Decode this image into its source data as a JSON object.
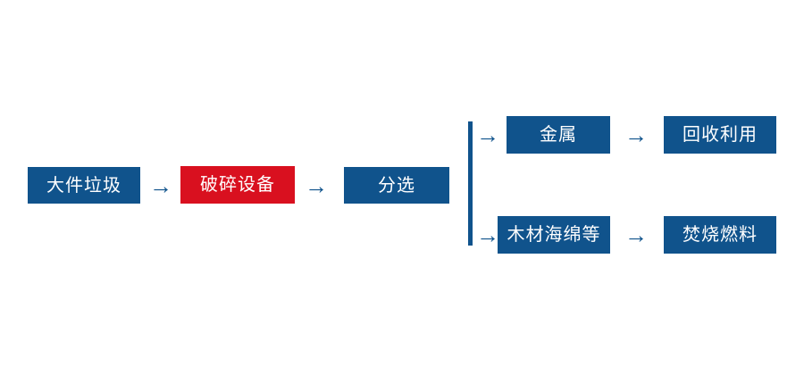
{
  "diagram": {
    "title": "",
    "background_color": "#ffffff",
    "colors": {
      "primary_blue": "#10538C",
      "highlight_red": "#D9101F",
      "node_text": "#ffffff",
      "connector": "#10538C"
    },
    "nodes": [
      {
        "id": "bulky",
        "label": "大件垃圾",
        "color": "#10538C",
        "stage": "input"
      },
      {
        "id": "crusher",
        "label": "破碎设备",
        "color": "#D9101F",
        "stage": "process"
      },
      {
        "id": "sorting",
        "label": "分选",
        "color": "#10538C",
        "stage": "process"
      },
      {
        "id": "metal",
        "label": "金属",
        "color": "#10538C",
        "stage": "branch-top-output"
      },
      {
        "id": "recycle",
        "label": "回收利用",
        "color": "#10538C",
        "stage": "branch-top-end"
      },
      {
        "id": "wood",
        "label": "木材海绵等",
        "color": "#10538C",
        "stage": "branch-bottom-output"
      },
      {
        "id": "fuel",
        "label": "焚烧燃料",
        "color": "#10538C",
        "stage": "branch-bottom-end"
      }
    ],
    "connectors": {
      "arrow_glyph": "→",
      "branch_glyph": "→",
      "splitter_orientation": "vertical"
    },
    "edges": [
      {
        "from": "bulky",
        "to": "crusher",
        "type": "arrow"
      },
      {
        "from": "crusher",
        "to": "sorting",
        "type": "arrow"
      },
      {
        "from": "sorting",
        "to": "split",
        "type": "arrow"
      },
      {
        "from": "split",
        "to": "metal",
        "type": "branch-arrow"
      },
      {
        "from": "metal",
        "to": "recycle",
        "type": "arrow"
      },
      {
        "from": "split",
        "to": "wood",
        "type": "branch-arrow"
      },
      {
        "from": "wood",
        "to": "fuel",
        "type": "arrow"
      }
    ]
  }
}
